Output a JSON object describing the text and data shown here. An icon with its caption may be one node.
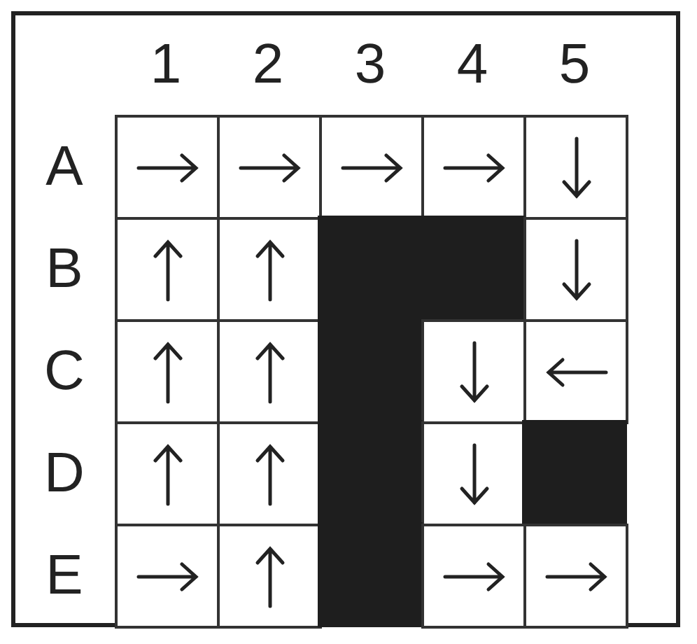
{
  "diagram": {
    "labels": [
      "1",
      "2",
      "3",
      "4",
      "5",
      "A",
      "B",
      "C",
      "D",
      "E"
    ]
  }
}
